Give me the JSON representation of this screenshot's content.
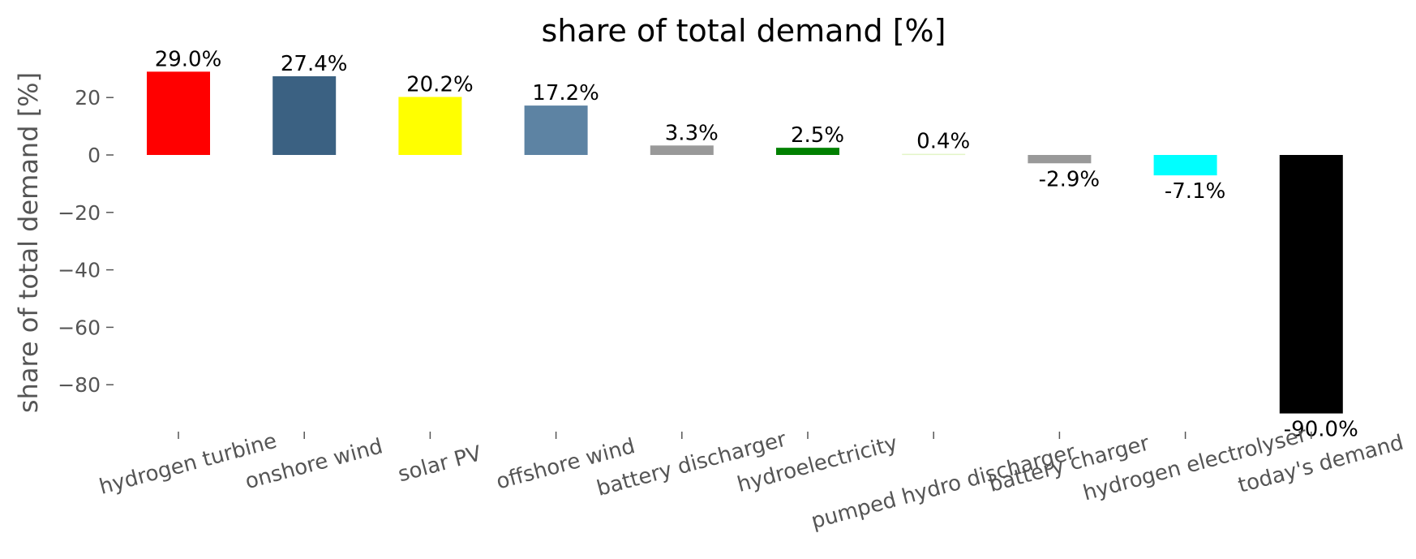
{
  "chart_data": {
    "type": "bar",
    "title": "share of total demand [%]",
    "xlabel": "",
    "ylabel": "share of total demand [%]",
    "ylim": [
      -96,
      33
    ],
    "yticks": [
      20,
      0,
      -20,
      -40,
      -60,
      -80
    ],
    "ytick_labels": [
      "20",
      "0",
      "−20",
      "−40",
      "−60",
      "−80"
    ],
    "grid": false,
    "categories": [
      "hydrogen turbine",
      "onshore wind",
      "solar PV",
      "offshore wind",
      "battery discharger",
      "hydroelectricity",
      "pumped hydro discharger",
      "battery charger",
      "hydrogen electrolyser",
      "today's demand"
    ],
    "values": [
      29.0,
      27.4,
      20.2,
      17.2,
      3.3,
      2.5,
      0.4,
      -2.9,
      -7.1,
      -90.0
    ],
    "data_labels": [
      "29.0%",
      "27.4%",
      "20.2%",
      "17.2%",
      "3.3%",
      "2.5%",
      "0.4%",
      "-2.9%",
      "-7.1%",
      "-90.0%"
    ],
    "colors": [
      "#ff0000",
      "#3b6182",
      "#ffff00",
      "#5d83a3",
      "#999999",
      "#008000",
      "#e3f5c7",
      "#999999",
      "#00ffff",
      "#000000"
    ]
  }
}
